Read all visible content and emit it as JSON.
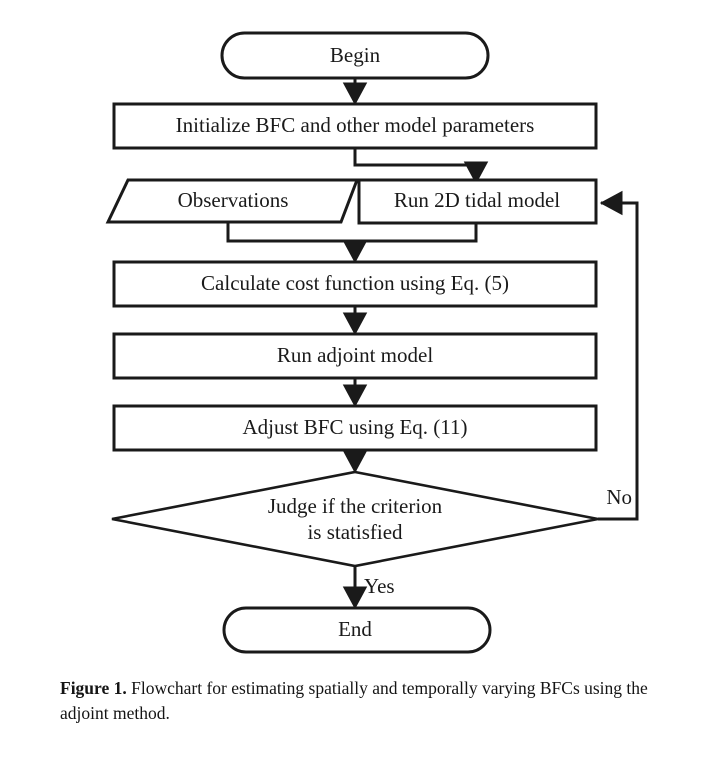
{
  "figure": {
    "caption_label": "Figure 1.",
    "caption_text": "Flowchart for estimating spatially and temporally varying BFCs using the adjoint method."
  },
  "diagram": {
    "type": "flowchart",
    "title": "Flowchart for estimating spatially and temporally varying BFCs using the adjoint method",
    "colors": {
      "stroke": "#1a1a1a",
      "fill": "#ffffff",
      "text": "#1a1a1a",
      "background": "#ffffff"
    },
    "nodes": [
      {
        "id": "begin",
        "shape": "terminator",
        "label": "Begin"
      },
      {
        "id": "initialize",
        "shape": "process",
        "label": "Initialize BFC and other model parameters"
      },
      {
        "id": "observations",
        "shape": "data",
        "label": "Observations"
      },
      {
        "id": "run_tidal",
        "shape": "process",
        "label": "Run 2D tidal model"
      },
      {
        "id": "cost",
        "shape": "process",
        "label": "Calculate cost function using Eq. (5)"
      },
      {
        "id": "adjoint",
        "shape": "process",
        "label": "Run adjoint model"
      },
      {
        "id": "adjust",
        "shape": "process",
        "label": "Adjust BFC using Eq. (11)"
      },
      {
        "id": "judge",
        "shape": "decision",
        "label_line1": "Judge if the criterion",
        "label_line2": "is statisfied"
      },
      {
        "id": "end",
        "shape": "terminator",
        "label": "End"
      }
    ],
    "edges": [
      {
        "from": "begin",
        "to": "initialize",
        "label": ""
      },
      {
        "from": "initialize",
        "to": "run_tidal",
        "label": ""
      },
      {
        "from": "observations",
        "to": "cost",
        "label": ""
      },
      {
        "from": "run_tidal",
        "to": "cost",
        "label": ""
      },
      {
        "from": "cost",
        "to": "adjoint",
        "label": ""
      },
      {
        "from": "adjoint",
        "to": "adjust",
        "label": ""
      },
      {
        "from": "adjust",
        "to": "judge",
        "label": ""
      },
      {
        "from": "judge",
        "to": "end",
        "label": "Yes"
      },
      {
        "from": "judge",
        "to": "run_tidal",
        "label": "No"
      }
    ],
    "edge_labels": {
      "yes": "Yes",
      "no": "No"
    }
  }
}
